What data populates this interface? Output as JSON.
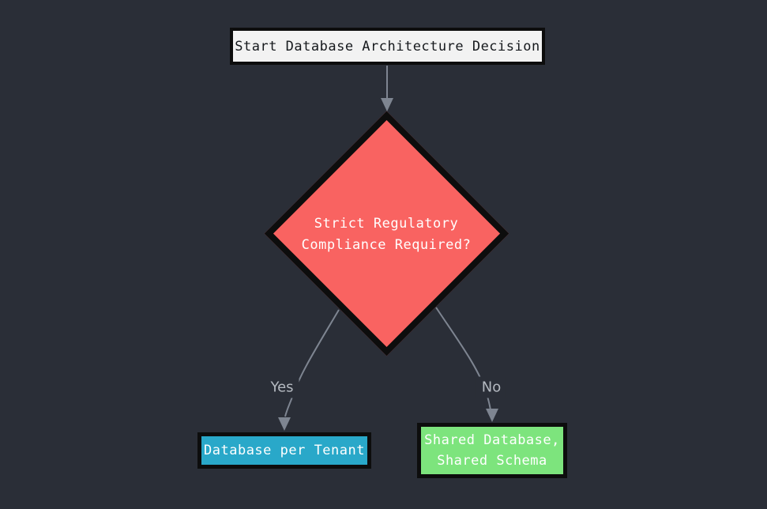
{
  "canvas": {
    "background": "#2a2e37"
  },
  "nodes": {
    "start": {
      "label": "Start Database Architecture Decision",
      "fill": "#f2f2f2",
      "text_color": "#16191d"
    },
    "decision": {
      "label_line1": "Strict Regulatory",
      "label_line2": "Compliance Required?",
      "fill": "#f96361",
      "text_color": "#ffffff"
    },
    "yes_outcome": {
      "label": "Database per Tenant",
      "fill": "#29a8c9",
      "text_color": "#ffffff"
    },
    "no_outcome": {
      "label_line1": "Shared Database,",
      "label_line2": "Shared Schema",
      "fill": "#7de47d",
      "text_color": "#ffffff"
    }
  },
  "edges": {
    "yes_label": "Yes",
    "no_label": "No",
    "line_color": "#7e8591",
    "label_color": "#b4b9c0",
    "border_color": "#0d0d0d"
  }
}
